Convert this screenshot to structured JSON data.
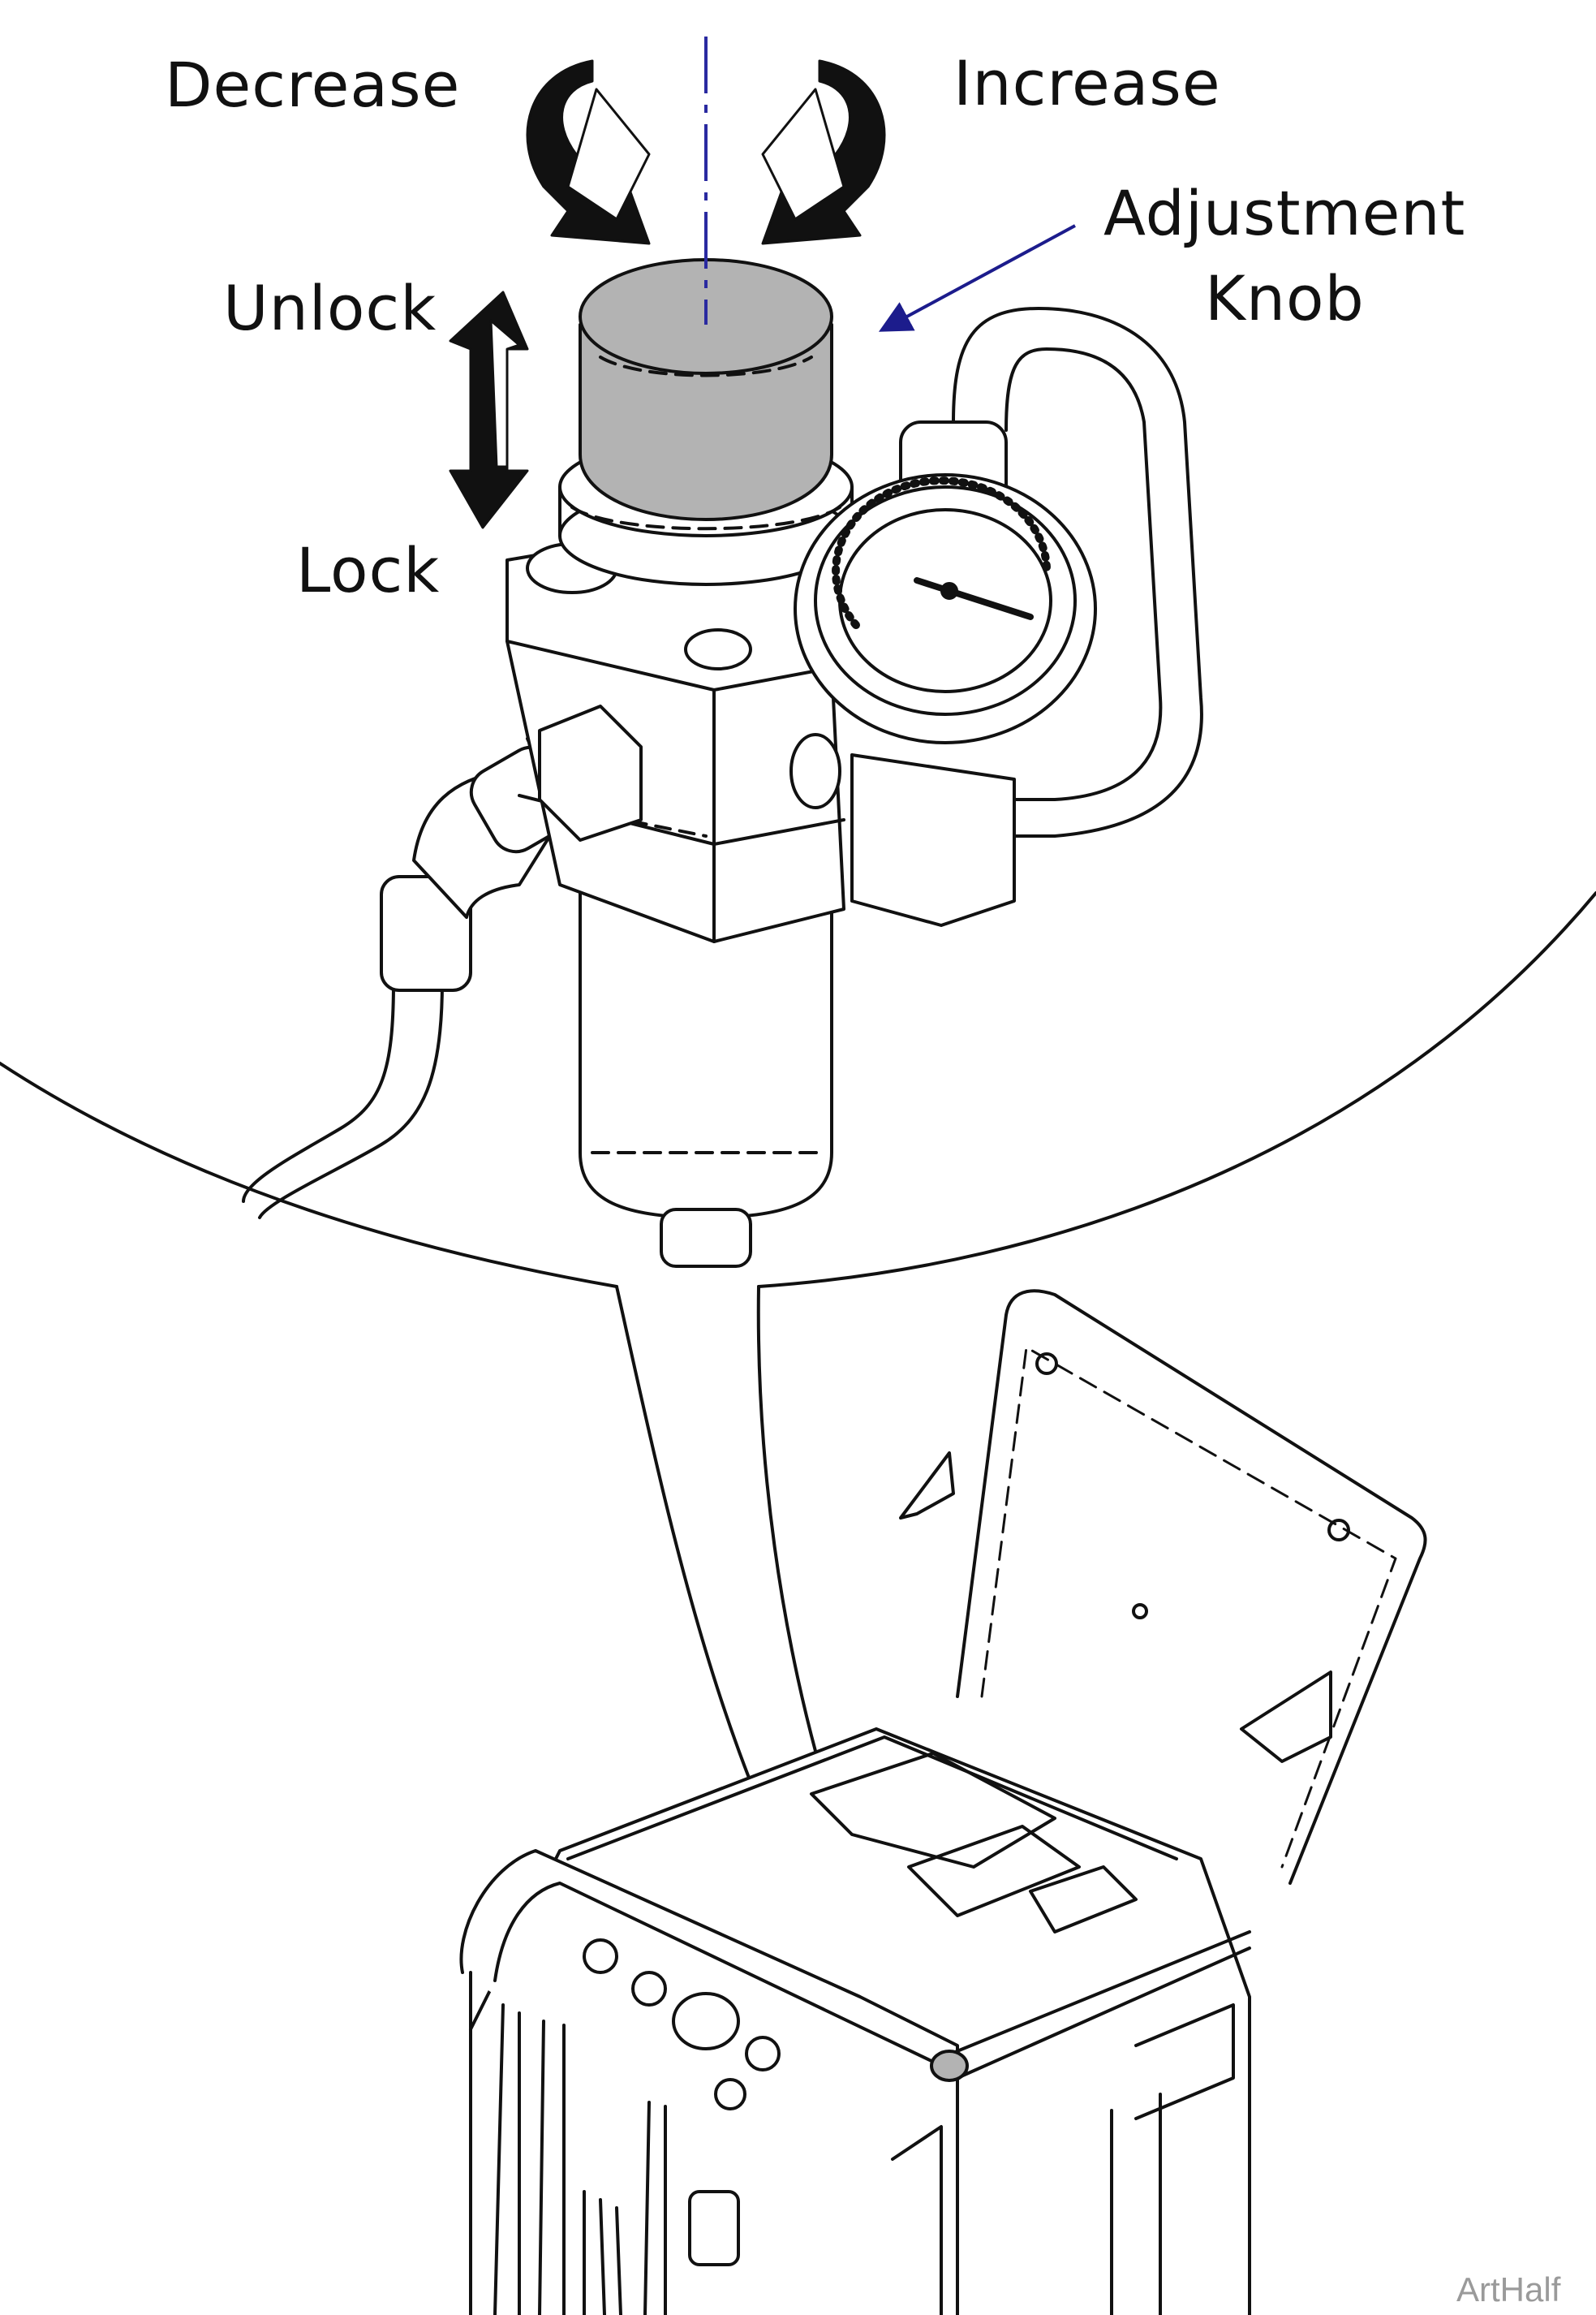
{
  "labels": {
    "decrease": "Decrease",
    "increase": "Increase",
    "adjustment_line1": "Adjustment",
    "adjustment_line2": "Knob",
    "unlock": "Unlock",
    "lock": "Lock"
  },
  "watermark": "ArtHalf",
  "colors": {
    "line": "#111111",
    "knob_fill": "#b3b3b3",
    "pointer_arrow": "#1c1c8c",
    "centerline": "#2a2aa0",
    "watermark": "#9a9a9a"
  },
  "icons": [
    "rotate-ccw-arrow-icon",
    "rotate-cw-arrow-icon",
    "up-down-arrow-icon",
    "pressure-gauge-icon"
  ]
}
